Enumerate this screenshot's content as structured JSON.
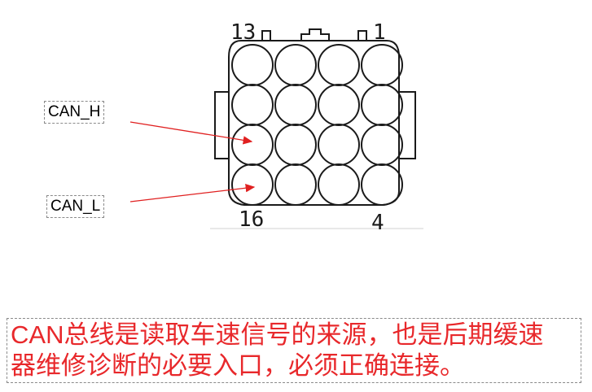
{
  "connector": {
    "pin_labels": {
      "top_left": "13",
      "top_right": "1",
      "bottom_left": "16",
      "bottom_right": "4"
    },
    "rows": 4,
    "columns": 4
  },
  "callouts": {
    "can_h": "CAN_H",
    "can_l": "CAN_L"
  },
  "note": {
    "line1_prefix": "CAN",
    "line1_rest": "总线是读取车速信号的来源，也是后期缓速",
    "line2": "器维修诊断的必要入口，必须正确连接。"
  },
  "colors": {
    "note_text": "#e8282b",
    "arrow": "#e02020",
    "outline": "#1a1a1a"
  }
}
